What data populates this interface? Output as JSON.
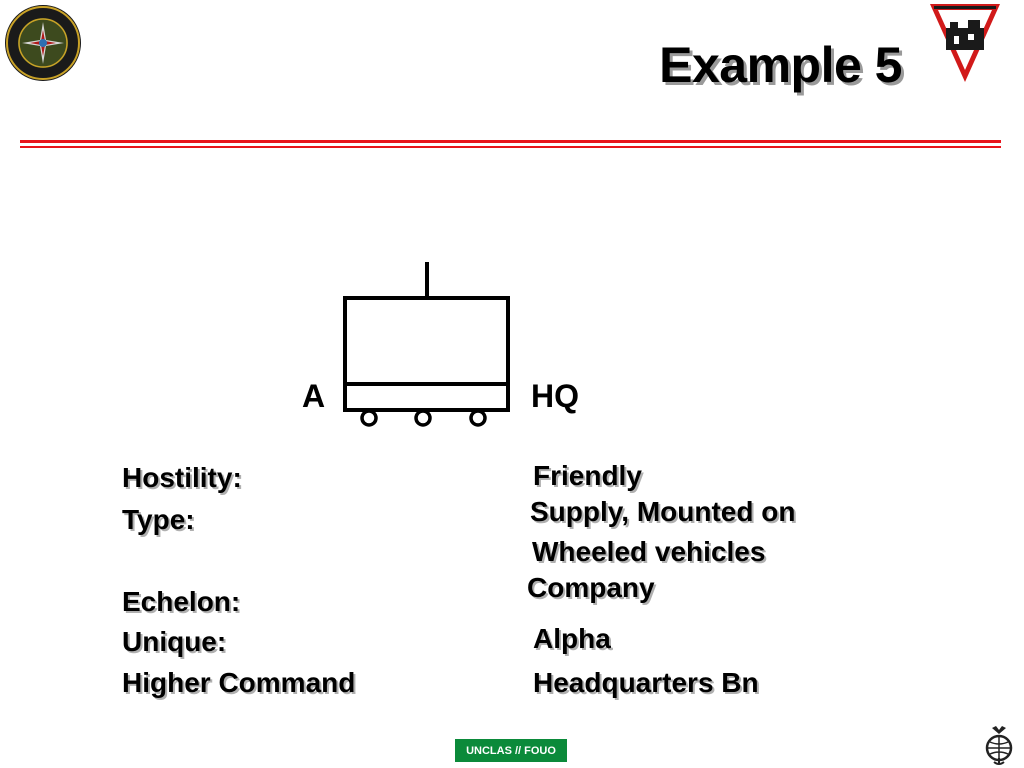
{
  "slide": {
    "title": "Example 5"
  },
  "symbol": {
    "left_label": "A",
    "right_label": "HQ"
  },
  "fields": [
    {
      "label": "Hostility:",
      "value": "Friendly"
    },
    {
      "label": "Type:",
      "value_lines": [
        "Supply, Mounted on",
        "Wheeled vehicles"
      ]
    },
    {
      "label": "Echelon:",
      "value": "Company"
    },
    {
      "label": "Unique:",
      "value": "Alpha"
    },
    {
      "label": "Higher Command",
      "value": "Headquarters Bn"
    }
  ],
  "footer": {
    "classification": "UNCLAS // FOUO"
  },
  "logos": {
    "left": "marine-corps-intelligence-schools-seal",
    "right": "company-level-intelligence-cell-pennant",
    "bottom_right": "eagle-globe-anchor-emblem"
  },
  "colors": {
    "rule": "#e8141b",
    "badge": "#0b8a3a"
  }
}
